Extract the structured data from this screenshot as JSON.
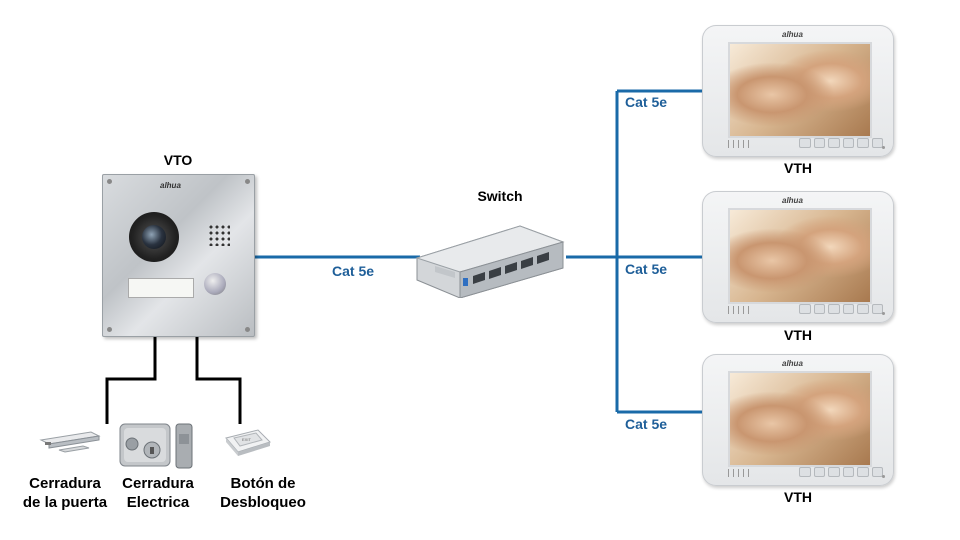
{
  "labels": {
    "vto": "VTO",
    "switch": "Switch",
    "vth": [
      "VTH",
      "VTH",
      "VTH"
    ],
    "cable": "Cat 5e",
    "brand": "alhua",
    "lock1": [
      "Cerradura",
      "de la puerta"
    ],
    "lock2": [
      "Cerradura",
      "Electrica"
    ],
    "button": [
      "Botón de",
      "Desbloqueo"
    ]
  },
  "colors": {
    "cable_blue": "#1a6aa8",
    "wire_black": "#000000",
    "cable_label": "#1f5f99"
  },
  "icons": {
    "vto": "door-station-icon",
    "switch": "poe-switch-icon",
    "vth": "indoor-monitor-icon",
    "lock1": "magnetic-lock-icon",
    "lock2": "electric-lock-icon",
    "button": "exit-button-icon"
  }
}
